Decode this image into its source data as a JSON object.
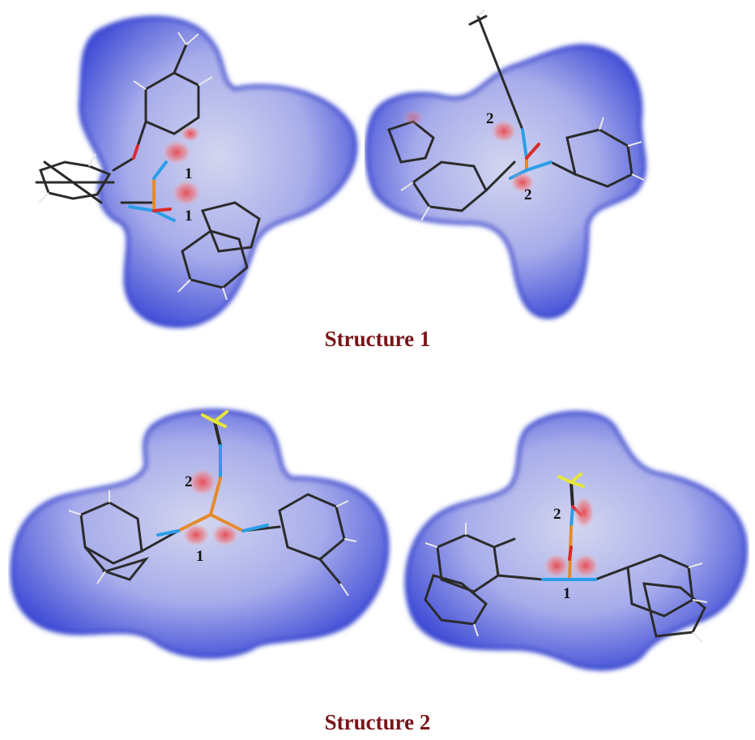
{
  "captions": {
    "structure_1": "Structure 1",
    "structure_2": "Structure 2"
  },
  "panels": [
    {
      "id": "s1-left",
      "contact_labels": [
        "1",
        "1"
      ]
    },
    {
      "id": "s1-right",
      "contact_labels": [
        "2",
        "2"
      ]
    },
    {
      "id": "s2-left",
      "contact_labels": [
        "2",
        "1"
      ]
    },
    {
      "id": "s2-right",
      "contact_labels": [
        "2",
        "1"
      ]
    }
  ],
  "colors": {
    "surface_blue": "#3c49d6",
    "surface_pale": "#c9cdef",
    "contact_red": "#e8474e",
    "caption": "#7a1418",
    "carbon": "#2b2b2b",
    "nitrogen": "#2a9ee8",
    "phosphorus": "#e58a2a",
    "oxygen": "#d92b2b",
    "fluorine": "#e6e63a",
    "hydrogen": "#f2f2f2"
  }
}
